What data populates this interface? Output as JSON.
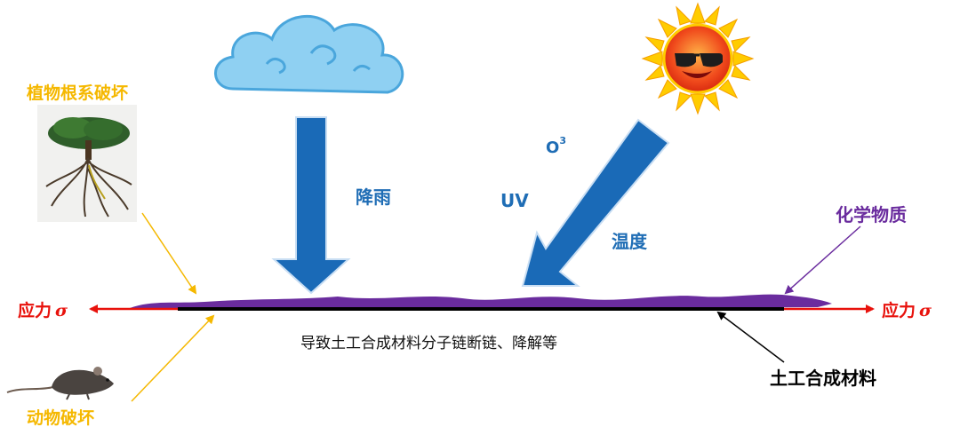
{
  "labels": {
    "plant_root": "植物根系破坏",
    "animal": "动物破坏",
    "rain": "降雨",
    "uv": "UV",
    "ozone_base": "O",
    "ozone_sup": "3",
    "temperature": "温度",
    "chemicals": "化学物质",
    "stress_left": "应力",
    "stress_right": "应力",
    "stress_symbol": "σ",
    "caption": "导致土工合成材料分子链断链、降解等",
    "geosynthetic": "土工合成材料"
  },
  "colors": {
    "orange": "#f5b800",
    "blue_arrow": "#1a6ab7",
    "purple": "#6a2c9e",
    "red": "#e8120c",
    "cloud": "#8fd0f2"
  },
  "icons": [
    "cloud-icon",
    "sun-icon",
    "tree-icon",
    "rat-icon"
  ]
}
